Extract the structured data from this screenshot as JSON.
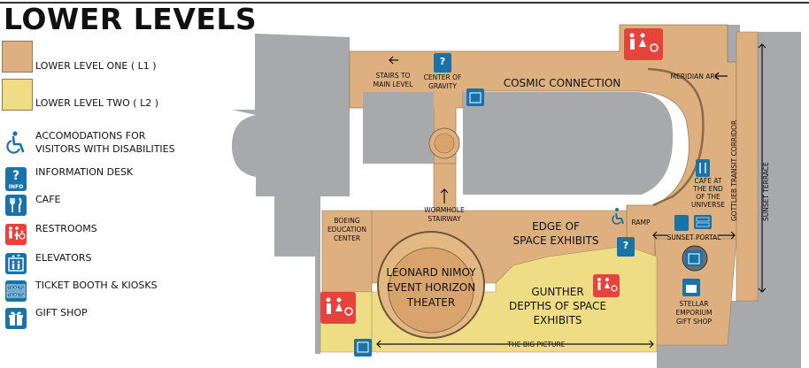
{
  "title": "LOWER LEVELS",
  "legend": {
    "level_one": "LOWER LEVEL ONE ( L1 )",
    "level_two": "LOWER LEVEL TWO ( L2 )",
    "accessibility_line1": "ACCOMODATIONS FOR",
    "accessibility_line2": "VISITORS WITH DISABILITIES",
    "information": "INFORMATION DESK",
    "cafe": "CAFE",
    "restrooms": "RESTROOMS",
    "elevators": "ELEVATORS",
    "tickets": "TICKET BOOTH & KIOSKS",
    "gift_shop": "GIFT SHOP",
    "info_glyph": "INFO",
    "ticket_glyph": "TICKETS"
  },
  "colors": {
    "level_one": "#deb07f",
    "level_two": "#efdd86",
    "building_gray": "#a7a9ac",
    "icon_blue": "#1a73a8",
    "icon_red": "#e5433c"
  },
  "map": {
    "stairs_line1": "STAIRS TO",
    "stairs_line2": "MAIN LEVEL",
    "center_line1": "CENTER OF",
    "center_line2": "GRAVITY",
    "cosmic": "COSMIC CONNECTION",
    "meridian": "MERIDIAN ARC",
    "corridor": "GOTTLIEB TRANSIT CORRIDOR",
    "terrace": "SUNSET TERRACE",
    "cafe_line1": "CAFE AT",
    "cafe_line2": "THE END",
    "cafe_line3": "OF THE",
    "cafe_line4": "UNIVERSE",
    "ramp": "RAMP",
    "portal": "SUNSET PORTAL",
    "wormhole_line1": "WORMHOLE",
    "wormhole_line2": "STAIRWAY",
    "edge_line1": "EDGE OF",
    "edge_line2": "SPACE EXHIBITS",
    "boeing_line1": "BOEING",
    "boeing_line2": "EDUCATION",
    "boeing_line3": "CENTER",
    "theater_line1": "LEONARD NIMOY",
    "theater_line2": "EVENT HORIZON",
    "theater_line3": "THEATER",
    "gunther_line1": "GUNTHER",
    "gunther_line2": "DEPTHS OF SPACE",
    "gunther_line3": "EXHIBITS",
    "stellar_line1": "STELLAR",
    "stellar_line2": "EMPORIUM",
    "stellar_line3": "GIFT SHOP",
    "big_picture": "THE BIG PICTURE"
  }
}
